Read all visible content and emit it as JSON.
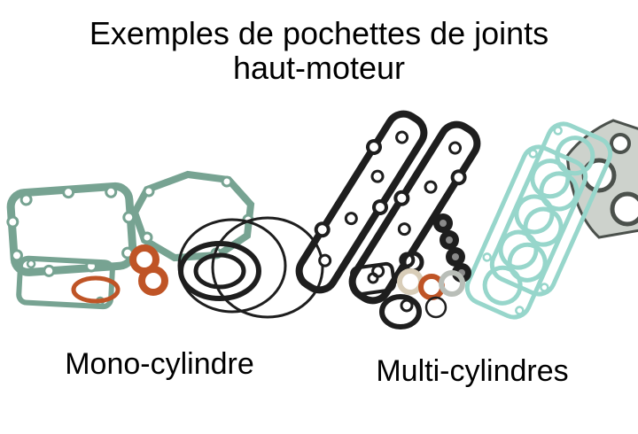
{
  "title": {
    "line1": "Exemples de pochettes de joints",
    "line2": "haut-moteur"
  },
  "labels": {
    "mono": "Mono-cylindre",
    "multi": "Multi-cylindres"
  },
  "colors": {
    "background": "#ffffff",
    "text": "#000000",
    "gasket_green": "#77a392",
    "gasket_teal": "#97d6cb",
    "copper": "#bf5426",
    "rubber": "#1e1e1e",
    "metal_light": "#cdd2cc",
    "metal_dark": "#4b514c",
    "paper_washer": "#d8cdb8",
    "washer_gray": "#b9beb8"
  }
}
